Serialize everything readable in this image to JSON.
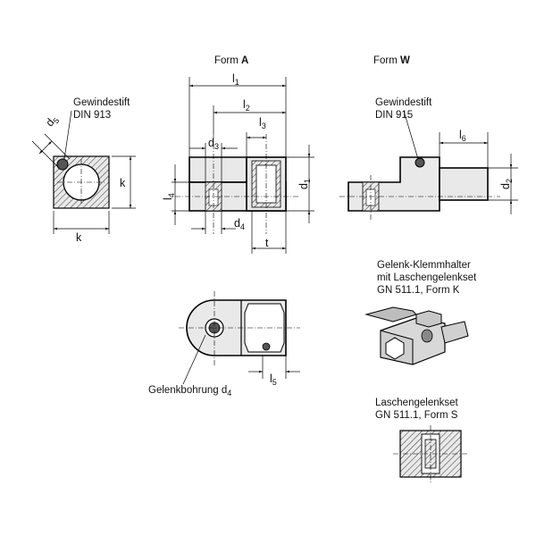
{
  "form_a": {
    "prefix": "Form ",
    "letter": "A"
  },
  "form_w": {
    "prefix": "Form ",
    "letter": "W"
  },
  "gewindestift_a": {
    "line1": "Gewindestift",
    "line2": "DIN 913"
  },
  "gewindestift_w": {
    "line1": "Gewindestift",
    "line2": "DIN 915"
  },
  "dims": {
    "d": "d",
    "l": "l",
    "k": "k",
    "t": "t",
    "s1": "1",
    "s2": "2",
    "s3": "3",
    "s4": "4",
    "s5": "5",
    "s6": "6"
  },
  "gelenkbohrung": {
    "text": "Gelenkbohrung d",
    "sub": "4"
  },
  "klemmhalter": {
    "line1": "Gelenk-Klemmhalter",
    "line2": "mit Laschengelenkset",
    "line3": "GN 511.1, Form K"
  },
  "laschen": {
    "line1": "Laschengelenkset",
    "line2": "GN 511.1, Form S"
  }
}
